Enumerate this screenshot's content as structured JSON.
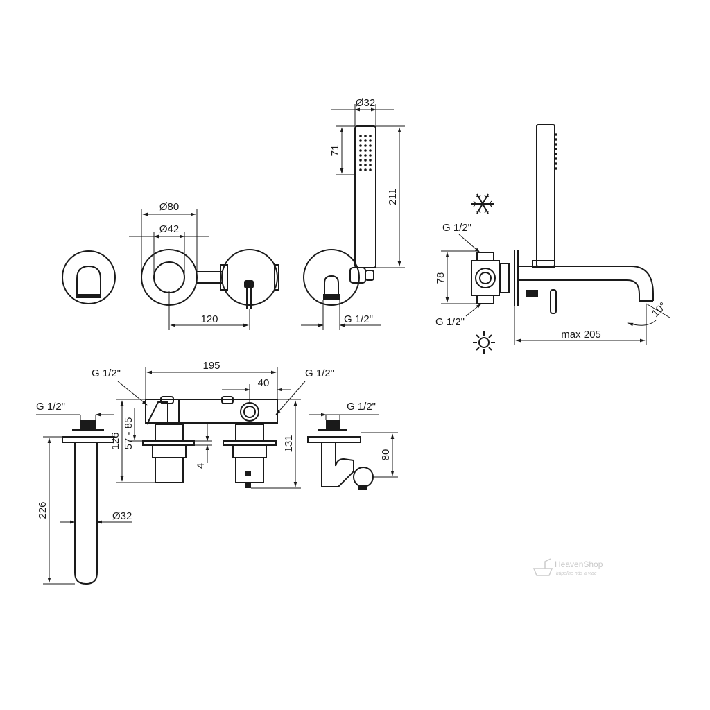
{
  "labels": {
    "d32_top": "Ø32",
    "d71": "71",
    "d211": "211",
    "d80": "Ø80",
    "d42": "Ø42",
    "d120": "120",
    "g12_front": "G 1/2\"",
    "g12_side_top": "G 1/2\"",
    "g12_side_bot": "G 1/2\"",
    "d78": "78",
    "max205": "max 205",
    "ang10": "10°",
    "d195": "195",
    "d40": "40",
    "g12_b1": "G 1/2\"",
    "g12_b2": "G 1/2\"",
    "g12_b3": "G 1/2\"",
    "g12_b4": "G 1/2\"",
    "d126": "126",
    "d57_85": "57 - 85",
    "d4": "4",
    "d131": "131",
    "d80b": "80",
    "d226": "226",
    "d32b": "Ø32"
  },
  "watermark": {
    "brand": "HeavenShop",
    "tagline": "kúpeľne nás a viac"
  },
  "icons": {
    "cold": "snowflake-icon",
    "hot": "sun-icon"
  }
}
